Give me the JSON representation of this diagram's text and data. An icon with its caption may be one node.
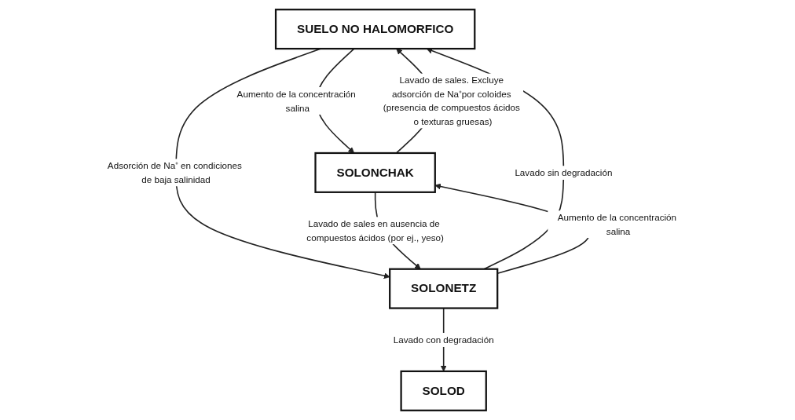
{
  "diagram": {
    "nodes": [
      {
        "text": [
          "SUELO NO HALOMORFICO"
        ]
      },
      {
        "text": [
          "SOLONCHAK"
        ]
      },
      {
        "text": [
          "SOLONETZ"
        ]
      },
      {
        "text": [
          "SOLOD"
        ]
      }
    ],
    "edges": [
      {
        "from": 0,
        "to": 1,
        "arrow": "to",
        "label": "Aumento de la concentración salina"
      },
      {
        "from": 1,
        "to": 0,
        "arrow": "to",
        "label": "Lavado de sales. Excluye adsorción de Na⁺por coloides (presencia de compuestos ácidos o texturas gruesas)"
      },
      {
        "from": 0,
        "to": 2,
        "arrow": "to",
        "label": "Adsorción de Na⁺ en condiciones de baja salinidad"
      },
      {
        "from": 1,
        "to": 2,
        "arrow": "to",
        "label": "Lavado de sales en ausencia de compuestos ácidos (por ej., yeso)"
      },
      {
        "from": 2,
        "to": 0,
        "arrow": "to",
        "label": "Lavado sin degradación"
      },
      {
        "from": 2,
        "to": 1,
        "arrow": "to",
        "label": "Aumento de la concentración salina"
      },
      {
        "from": 2,
        "to": 3,
        "arrow": "to",
        "label": "Lavado con degradación"
      }
    ]
  }
}
